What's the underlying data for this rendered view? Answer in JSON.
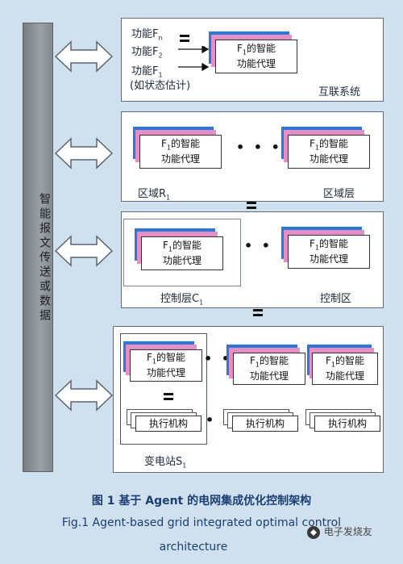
{
  "diagram": {
    "bus_label": "智能报文传送或数据",
    "panel1": {
      "functions": [
        "功能F",
        "功能F",
        "功能F",
        "(如状态估计)"
      ],
      "function_subscripts": [
        "n",
        "2",
        "1"
      ],
      "agent_front": [
        "F",
        "1",
        "的智能",
        "功能代理"
      ],
      "system_label": "互联系统"
    },
    "panel2": {
      "agent_line1": "F",
      "agent_sub": "1",
      "agent_line1b": "的智能",
      "agent_line2": "功能代理",
      "region_label": "区域R",
      "region_sub": "1",
      "layer_label": "区域层",
      "ellipsis": "• • •"
    },
    "panel3": {
      "control_layer_label": "控制层C",
      "control_layer_sub": "1",
      "control_area_label": "控制区",
      "ellipsis": "• • •"
    },
    "panel4": {
      "exec_label": "执行机构",
      "substation_label": "变电站S",
      "substation_sub": "1",
      "dots": "• •"
    }
  },
  "caption": {
    "cn": "图 1   基于 Agent 的电网集成优化控制架构",
    "en_line1": "Fig.1    Agent-based grid integrated optimal control",
    "en_line2": "architecture"
  },
  "watermark": "电子发烧友"
}
